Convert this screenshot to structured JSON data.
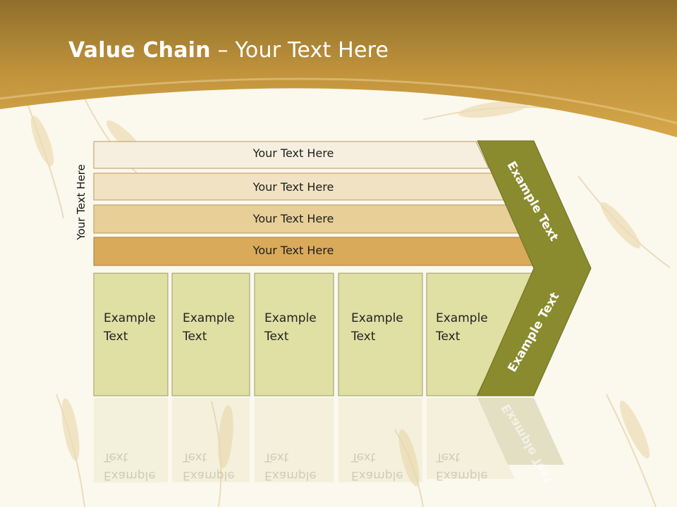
{
  "slide": {
    "title_bold": "Value Chain",
    "title_rest": " – Your Text Here",
    "side_label": "Your Text Here",
    "bars": [
      {
        "label": "Your Text Here",
        "color": "#f6efe0"
      },
      {
        "label": "Your Text Here",
        "color": "#f1e2c3"
      },
      {
        "label": "Your Text Here",
        "color": "#e8cf98"
      },
      {
        "label": "Your Text Here",
        "color": "#d9aa5a"
      }
    ],
    "boxes": [
      {
        "line1": "Example",
        "line2": "Text"
      },
      {
        "line1": "Example",
        "line2": "Text"
      },
      {
        "line1": "Example",
        "line2": "Text"
      },
      {
        "line1": "Example",
        "line2": "Text"
      },
      {
        "line1": "Example",
        "line2": "Text"
      }
    ],
    "chevron_top": "Example Text",
    "chevron_bottom": "Example Text",
    "colors": {
      "header": "#c99a3e",
      "chevron": "#8a8a2e",
      "box_fill": "#e0dfa4",
      "box_border": "#9b9b6a"
    }
  }
}
